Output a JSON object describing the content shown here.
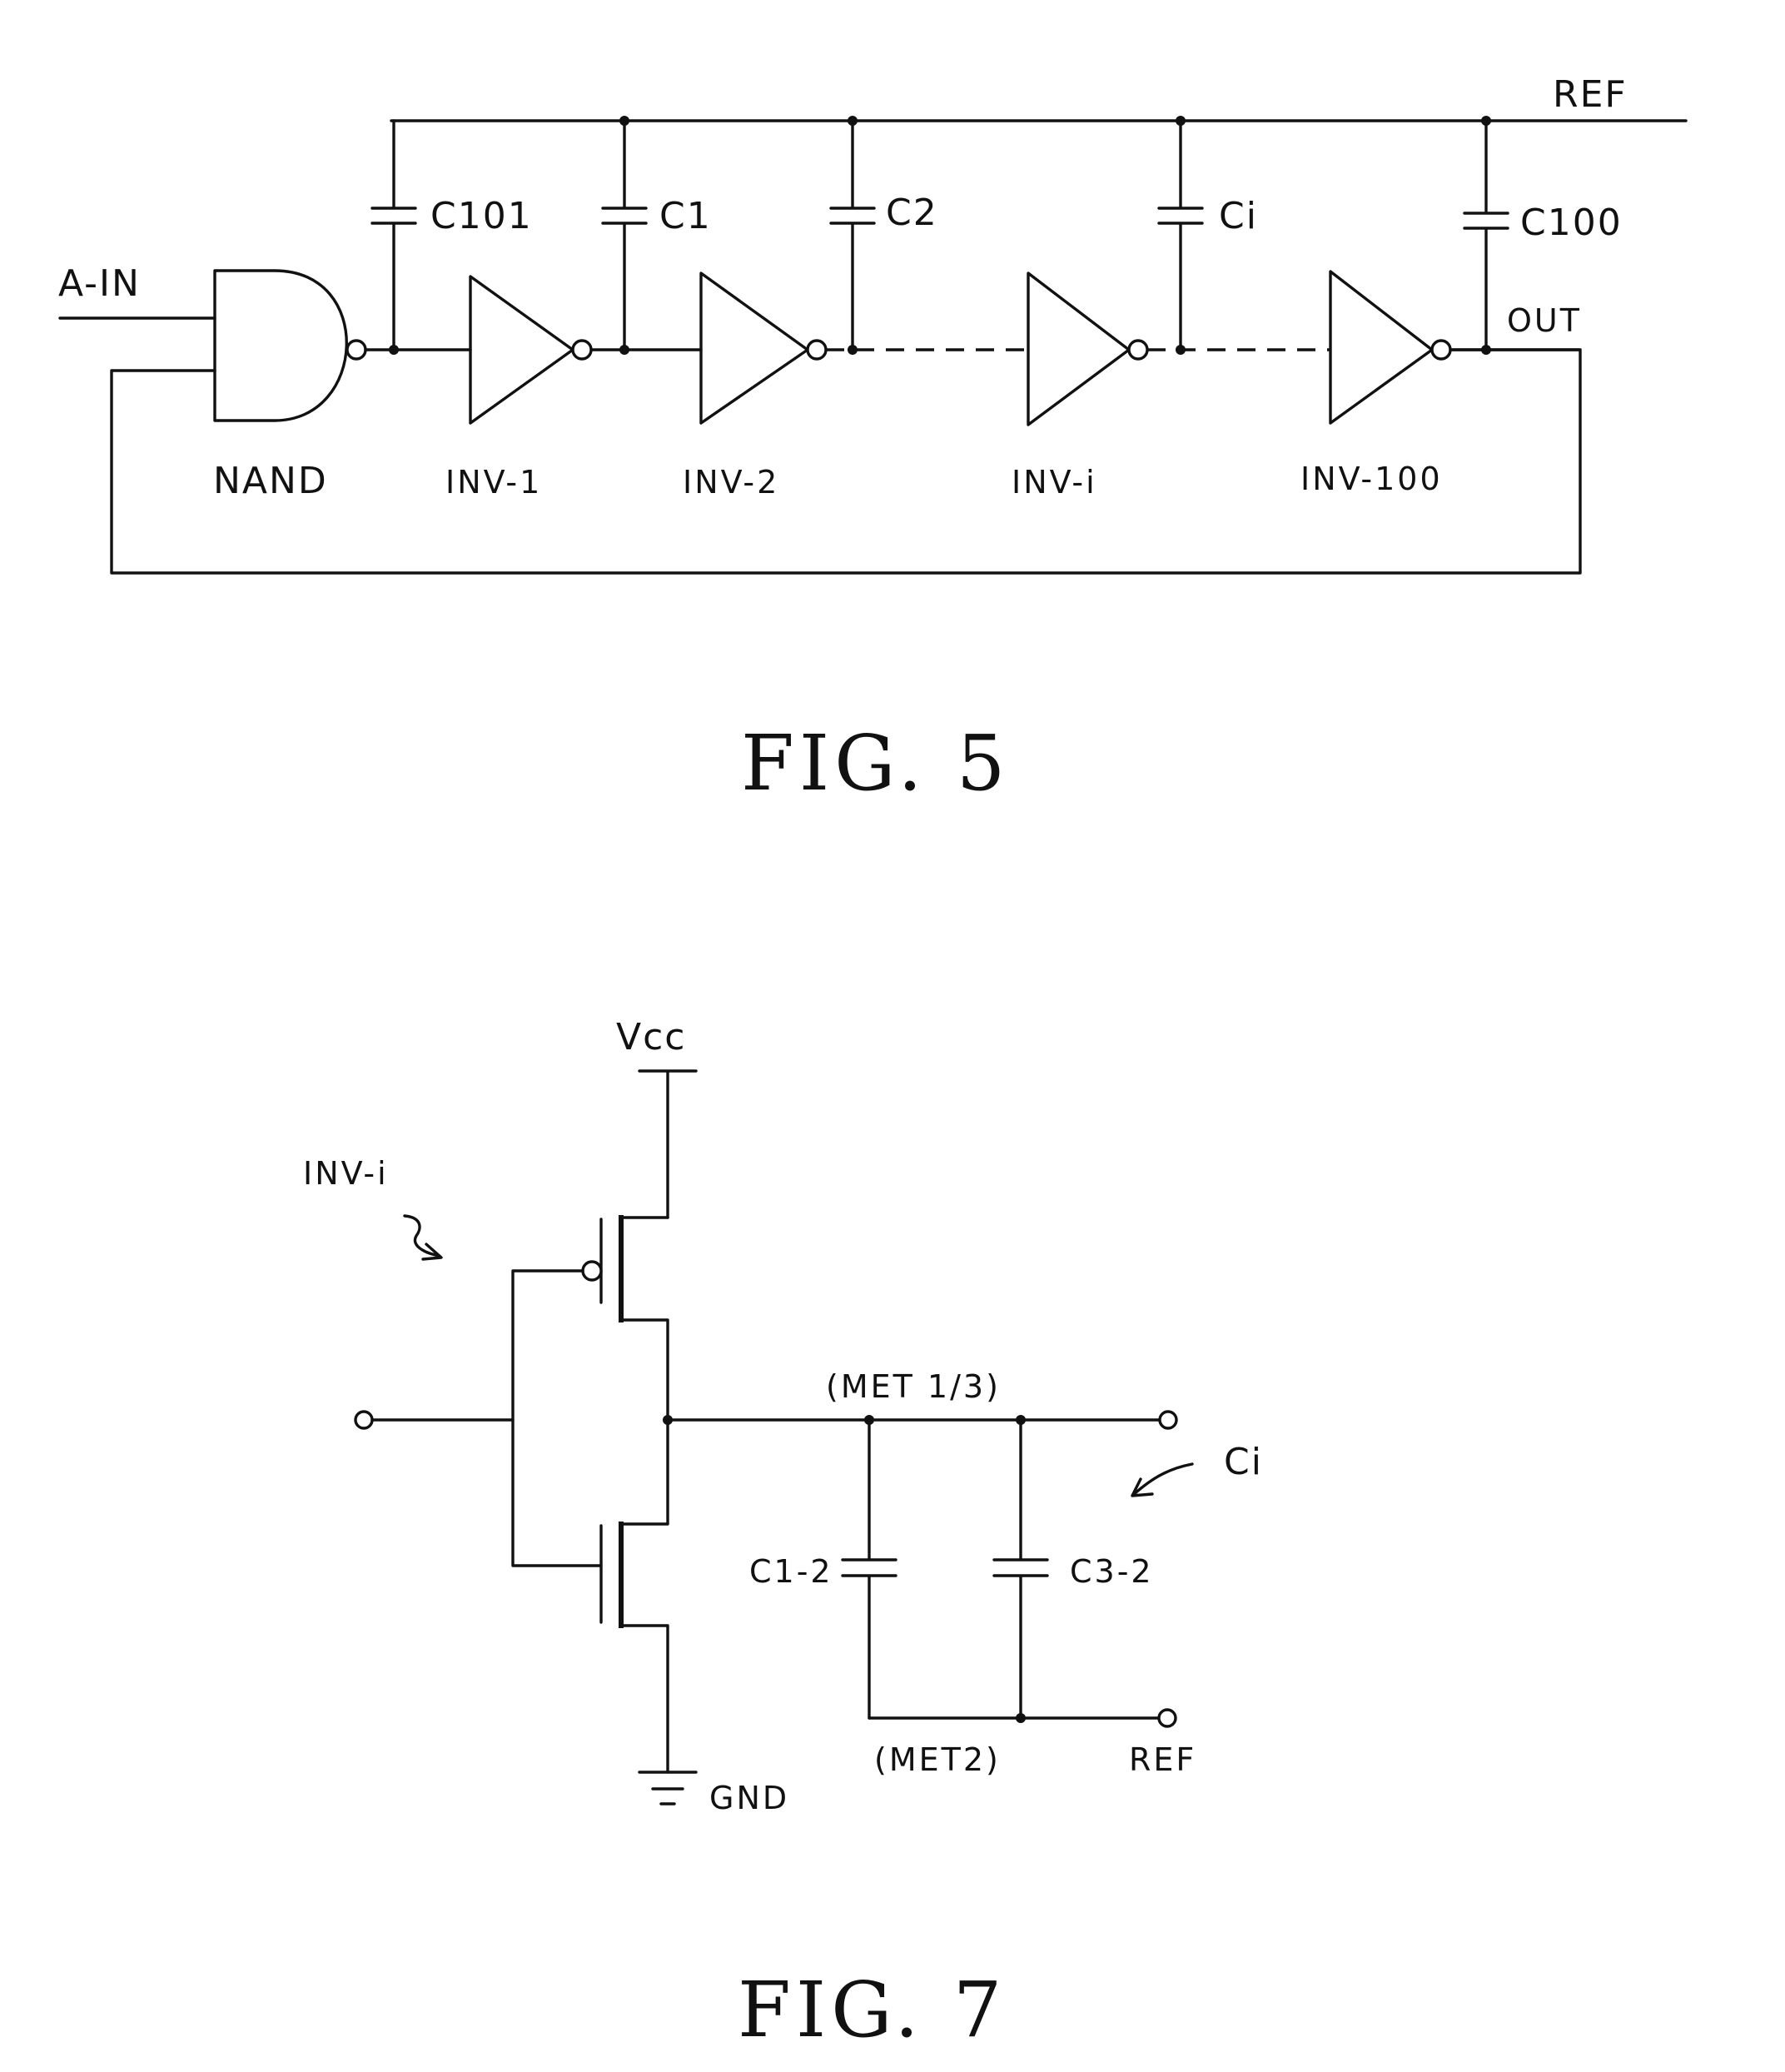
{
  "fig5": {
    "caption": "FIG. 5",
    "ref": "REF",
    "a_in": "A-IN",
    "out": "OUT",
    "gate_nand": "NAND",
    "inverters": {
      "inv1": "INV-1",
      "inv2": "INV-2",
      "invi": "INV-i",
      "inv100": "INV-100"
    },
    "caps": {
      "c101": "C101",
      "c1": "C1",
      "c2": "C2",
      "ci": "Ci",
      "c100": "C100"
    }
  },
  "fig7": {
    "caption": "FIG. 7",
    "vcc": "Vcc",
    "gnd": "GND",
    "inv": "INV-i",
    "met13": "(MET 1/3)",
    "met2": "(MET2)",
    "ref": "REF",
    "ci": "Ci",
    "c12": "C1-2",
    "c32": "C3-2"
  }
}
